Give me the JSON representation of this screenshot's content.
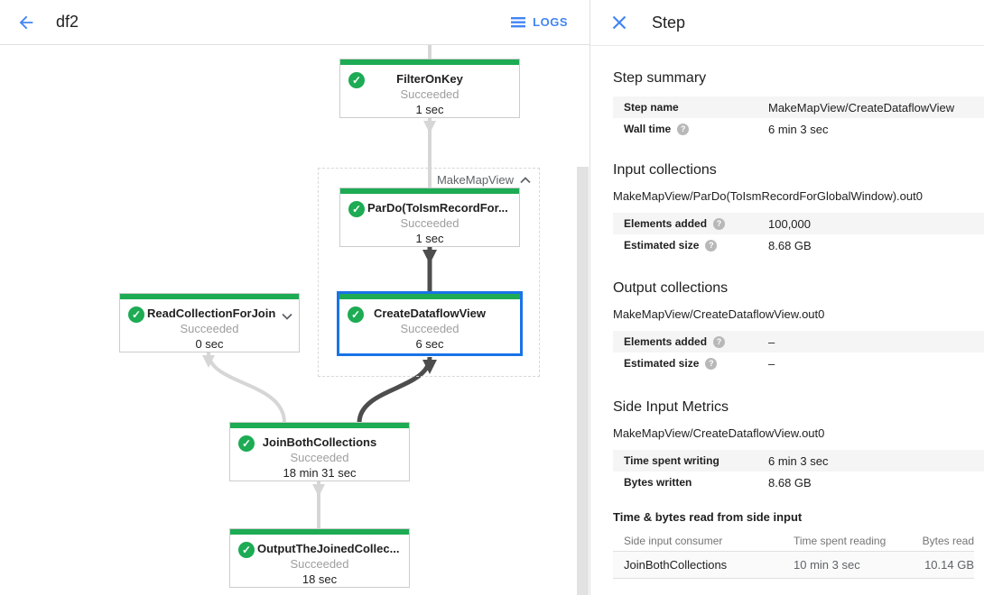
{
  "header": {
    "title": "df2",
    "logs_label": "LOGS"
  },
  "panel": {
    "title": "Step",
    "step_summary": {
      "heading": "Step summary",
      "rows": [
        {
          "label": "Step name",
          "value": "MakeMapView/CreateDataflowView"
        },
        {
          "label": "Wall time",
          "value": "6 min 3 sec"
        }
      ]
    },
    "input_collections": {
      "heading": "Input collections",
      "collection": "MakeMapView/ParDo(ToIsmRecordForGlobalWindow).out0",
      "rows": [
        {
          "label": "Elements added",
          "value": "100,000"
        },
        {
          "label": "Estimated size",
          "value": "8.68 GB"
        }
      ]
    },
    "output_collections": {
      "heading": "Output collections",
      "collection": "MakeMapView/CreateDataflowView.out0",
      "rows": [
        {
          "label": "Elements added",
          "value": "–"
        },
        {
          "label": "Estimated size",
          "value": "–"
        }
      ]
    },
    "side_input_metrics": {
      "heading": "Side Input Metrics",
      "collection": "MakeMapView/CreateDataflowView.out0",
      "rows": [
        {
          "label": "Time spent writing",
          "value": "6 min 3 sec"
        },
        {
          "label": "Bytes written",
          "value": "8.68 GB"
        }
      ],
      "table": {
        "title": "Time & bytes read from side input",
        "columns": [
          "Side input consumer",
          "Time spent reading",
          "Bytes read"
        ],
        "rows": [
          [
            "JoinBothCollections",
            "10 min 3 sec",
            "10.14 GB"
          ]
        ]
      }
    }
  },
  "graph": {
    "group_label": "MakeMapView",
    "nodes": [
      {
        "title": "FilterOnKey",
        "status": "Succeeded",
        "time": "1 sec"
      },
      {
        "title": "ParDo(ToIsmRecordFor...",
        "status": "Succeeded",
        "time": "1 sec"
      },
      {
        "title": "CreateDataflowView",
        "status": "Succeeded",
        "time": "6 sec",
        "selected": true
      },
      {
        "title": "ReadCollectionForJoin",
        "status": "Succeeded",
        "time": "0 sec"
      },
      {
        "title": "JoinBothCollections",
        "status": "Succeeded",
        "time": "18 min 31 sec"
      },
      {
        "title": "OutputTheJoinedCollec...",
        "status": "Succeeded",
        "time": "18 sec"
      }
    ],
    "check_glyph": "✓"
  },
  "colors": {
    "green": "#1dab54",
    "blue": "#4285f4",
    "blue2": "#1a73e8",
    "edge-light": "#d6d6d6",
    "edge-dark": "#4d4d4d"
  }
}
